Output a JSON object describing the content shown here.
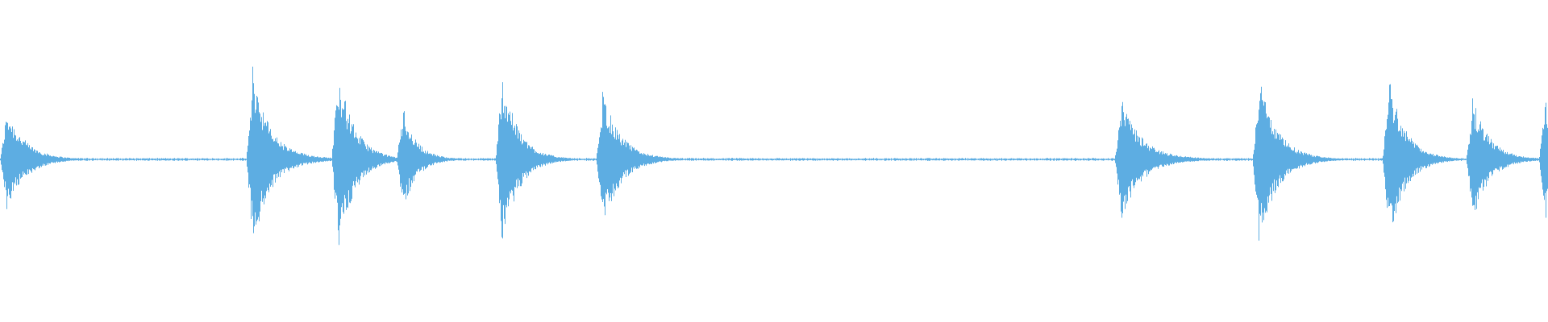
{
  "waveform": {
    "color": "#5dade2",
    "background": "#ffffff",
    "duration_fraction_note": "",
    "baseline_level": 0.012,
    "bursts": [
      {
        "t": 0.004,
        "peak": 0.58,
        "decay": 0.012,
        "tail": 0.05,
        "sustain": 0.0
      },
      {
        "t": 0.163,
        "peak": 1.0,
        "decay": 0.01,
        "tail": 0.065,
        "sustain": 0.06
      },
      {
        "t": 0.218,
        "peak": 1.0,
        "decay": 0.01,
        "tail": 0.04,
        "sustain": 0.05
      },
      {
        "t": 0.26,
        "peak": 0.58,
        "decay": 0.008,
        "tail": 0.04,
        "sustain": 0.03
      },
      {
        "t": 0.324,
        "peak": 0.98,
        "decay": 0.01,
        "tail": 0.055,
        "sustain": 0.02
      },
      {
        "t": 0.389,
        "peak": 0.77,
        "decay": 0.011,
        "tail": 0.06,
        "sustain": 0.02
      },
      {
        "t": 0.724,
        "peak": 0.68,
        "decay": 0.012,
        "tail": 0.075,
        "sustain": 0.03
      },
      {
        "t": 0.813,
        "peak": 0.93,
        "decay": 0.011,
        "tail": 0.06,
        "sustain": 0.03
      },
      {
        "t": 0.897,
        "peak": 0.93,
        "decay": 0.01,
        "tail": 0.05,
        "sustain": 0.03
      },
      {
        "t": 0.951,
        "peak": 0.68,
        "decay": 0.01,
        "tail": 0.05,
        "sustain": 0.03
      },
      {
        "t": 0.998,
        "peak": 0.68,
        "decay": 0.006,
        "tail": 0.01,
        "sustain": 0.02
      }
    ]
  }
}
